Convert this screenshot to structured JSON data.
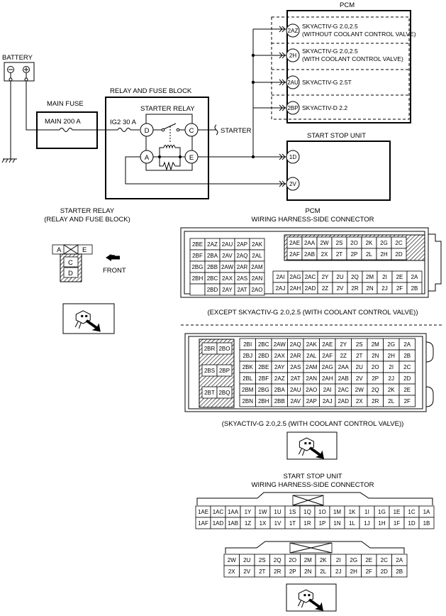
{
  "wiring": {
    "battery": "BATTERY",
    "main_fuse": "MAIN FUSE",
    "main_fuse_rating": "MAIN 200 A",
    "relay_fuse_block": "RELAY AND FUSE BLOCK",
    "starter_relay": "STARTER RELAY",
    "ig2_fuse": "IG2 30 A",
    "starter": "STARTER",
    "pcm": "PCM",
    "start_stop_unit": "START STOP UNIT",
    "relay_terminals": [
      "D",
      "C",
      "A",
      "E"
    ],
    "pcm_terminals": [
      {
        "pin": "2AZ",
        "line1": "SKYACTIV-G 2.0,2.5",
        "line2": "(WITHOUT COOLANT CONTROL VALVE)"
      },
      {
        "pin": "2H",
        "line1": "SKYACTIV-G 2.0,2.5",
        "line2": "(WITH COOLANT CONTROL VALVE)"
      },
      {
        "pin": "2AU",
        "line1": "SKYACTIV-G 2.5T",
        "line2": ""
      },
      {
        "pin": "2BP",
        "line1": "SKYACTIV-D 2.2",
        "line2": ""
      }
    ],
    "ssu_terminals": [
      "1D",
      "2V"
    ]
  },
  "starter_relay_view": {
    "title1": "STARTER RELAY",
    "title2": "(RELAY AND FUSE BLOCK)",
    "terminals": [
      "A",
      "E",
      "C",
      "D"
    ],
    "front": "FRONT"
  },
  "pcm_connector": {
    "title1": "PCM",
    "title2": "WIRING HARNESS-SIDE CONNECTOR",
    "caption1": "(EXCEPT SKYACTIV-G 2.0,2.5 (WITH COOLANT CONTROL VALVE))",
    "caption2": "(SKYACTIV-G 2.0,2.5 (WITH COOLANT CONTROL VALVE))",
    "a_left": [
      [
        "2BE",
        "2AZ",
        "2AU",
        "2AP",
        "2AK"
      ],
      [
        "2BF",
        "2BA",
        "2AV",
        "2AQ",
        "2AL"
      ],
      [
        "2BG",
        "2BB",
        "2AW",
        "2AR",
        "2AM"
      ],
      [
        "2BH",
        "2BC",
        "2AX",
        "2AS",
        "2AN"
      ],
      [
        "",
        "2BD",
        "2AY",
        "2AT",
        "2AO"
      ]
    ],
    "a_right_top": [
      [
        "2AE",
        "2AA",
        "2W",
        "2S",
        "2O",
        "2K",
        "2G",
        "2C"
      ],
      [
        "2AF",
        "2AB",
        "2X",
        "2T",
        "2P",
        "2L",
        "2H",
        "2D"
      ]
    ],
    "a_right_bottom": [
      [
        "2AI",
        "2AG",
        "2AC",
        "2Y",
        "2U",
        "2Q",
        "2M",
        "2I",
        "2E",
        "2A"
      ],
      [
        "2AJ",
        "2AH",
        "2AD",
        "2Z",
        "2V",
        "2R",
        "2N",
        "2J",
        "2F",
        "2B"
      ]
    ],
    "b_left": [
      "2BR",
      "2BO",
      "2BS",
      "2BP",
      "2BT",
      "2BQ"
    ],
    "b_right": [
      [
        "2BI",
        "2BC",
        "2AW",
        "2AQ",
        "2AK",
        "2AE",
        "2Y",
        "2S",
        "2M",
        "2G",
        "2A"
      ],
      [
        "2BJ",
        "2BD",
        "2AX",
        "2AR",
        "2AL",
        "2AF",
        "2Z",
        "2T",
        "2N",
        "2H",
        "2B"
      ],
      [
        "2BK",
        "2BE",
        "2AY",
        "2AS",
        "2AM",
        "2AG",
        "2AA",
        "2U",
        "2O",
        "2I",
        "2C"
      ],
      [
        "2BL",
        "2BF",
        "2AZ",
        "2AT",
        "2AN",
        "2AH",
        "2AB",
        "2V",
        "2P",
        "2J",
        "2D"
      ],
      [
        "2BM",
        "2BG",
        "2BA",
        "2AU",
        "2AO",
        "2AI",
        "2AC",
        "2W",
        "2Q",
        "2K",
        "2E"
      ],
      [
        "2BN",
        "2BH",
        "2BB",
        "2AV",
        "2AP",
        "2AJ",
        "2AD",
        "2X",
        "2R",
        "2L",
        "2F"
      ]
    ]
  },
  "ssu_connector": {
    "title1": "START STOP UNIT",
    "title2": "WIRING HARNESS-SIDE CONNECTOR",
    "c1": [
      [
        "1AE",
        "1AC",
        "1AA",
        "1Y",
        "1W",
        "1U",
        "1S",
        "1Q",
        "1O",
        "1M",
        "1K",
        "1I",
        "1G",
        "1E",
        "1C",
        "1A"
      ],
      [
        "1AF",
        "1AD",
        "1AB",
        "1Z",
        "1X",
        "1V",
        "1T",
        "1R",
        "1P",
        "1N",
        "1L",
        "1J",
        "1H",
        "1F",
        "1D",
        "1B"
      ]
    ],
    "c2": [
      [
        "2W",
        "2U",
        "2S",
        "2Q",
        "2O",
        "2M",
        "2K",
        "2I",
        "2G",
        "2E",
        "2C",
        "2A"
      ],
      [
        "2X",
        "2V",
        "2T",
        "2R",
        "2P",
        "2N",
        "2L",
        "2J",
        "2H",
        "2F",
        "2D",
        "2B"
      ]
    ]
  }
}
